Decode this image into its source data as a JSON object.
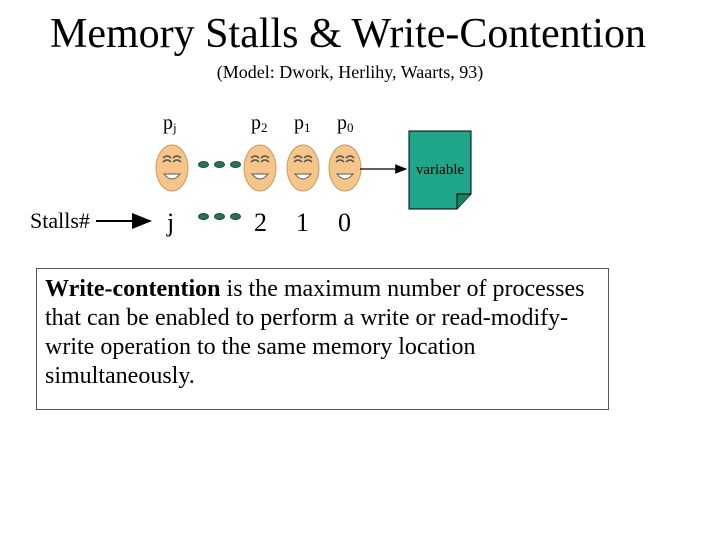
{
  "slide": {
    "title": "Memory Stalls & Write-Contention",
    "subtitle": "(Model: Dwork, Herlihy, Waarts, 93)"
  },
  "processes": [
    {
      "base": "p",
      "sub": "j",
      "stalls": "j"
    },
    {
      "base": "p",
      "sub": "2",
      "stalls": "2"
    },
    {
      "base": "p",
      "sub": "1",
      "stalls": "1"
    },
    {
      "base": "p",
      "sub": "0",
      "stalls": "0"
    }
  ],
  "variable_label": "variable",
  "stalls_label": "Stalls#",
  "definition": {
    "term": "Write-contention",
    "text": " is the maximum number of processes that can be enabled to perform a write or read-modify-write operation to the same memory location simultaneously."
  },
  "colors": {
    "face_fill": "#f5c58a",
    "variable_fill": "#1fa58a",
    "dots": "#2f6f5a"
  }
}
